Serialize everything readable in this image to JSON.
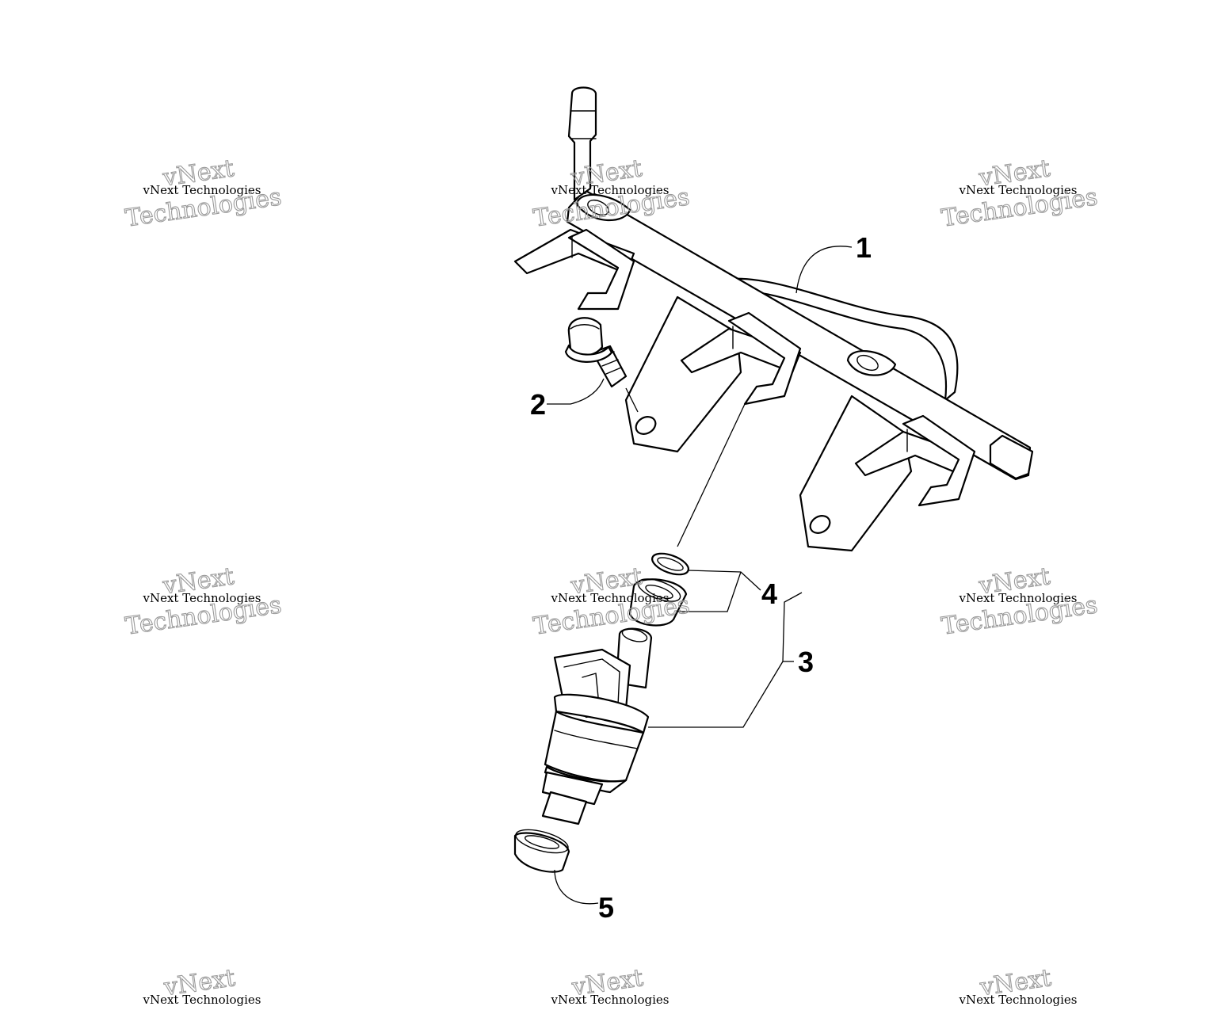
{
  "callouts": {
    "rail": "1",
    "bolt": "2",
    "injector": "3",
    "seal_kit": "4",
    "insulator": "5"
  },
  "watermark": {
    "line_small": "vNext Technologies",
    "line_big_1": "vNext",
    "line_big_2": "Technologies"
  },
  "colors": {
    "ink": "#000000",
    "watermark_outline": "#9a9a9a",
    "background": "#ffffff"
  }
}
